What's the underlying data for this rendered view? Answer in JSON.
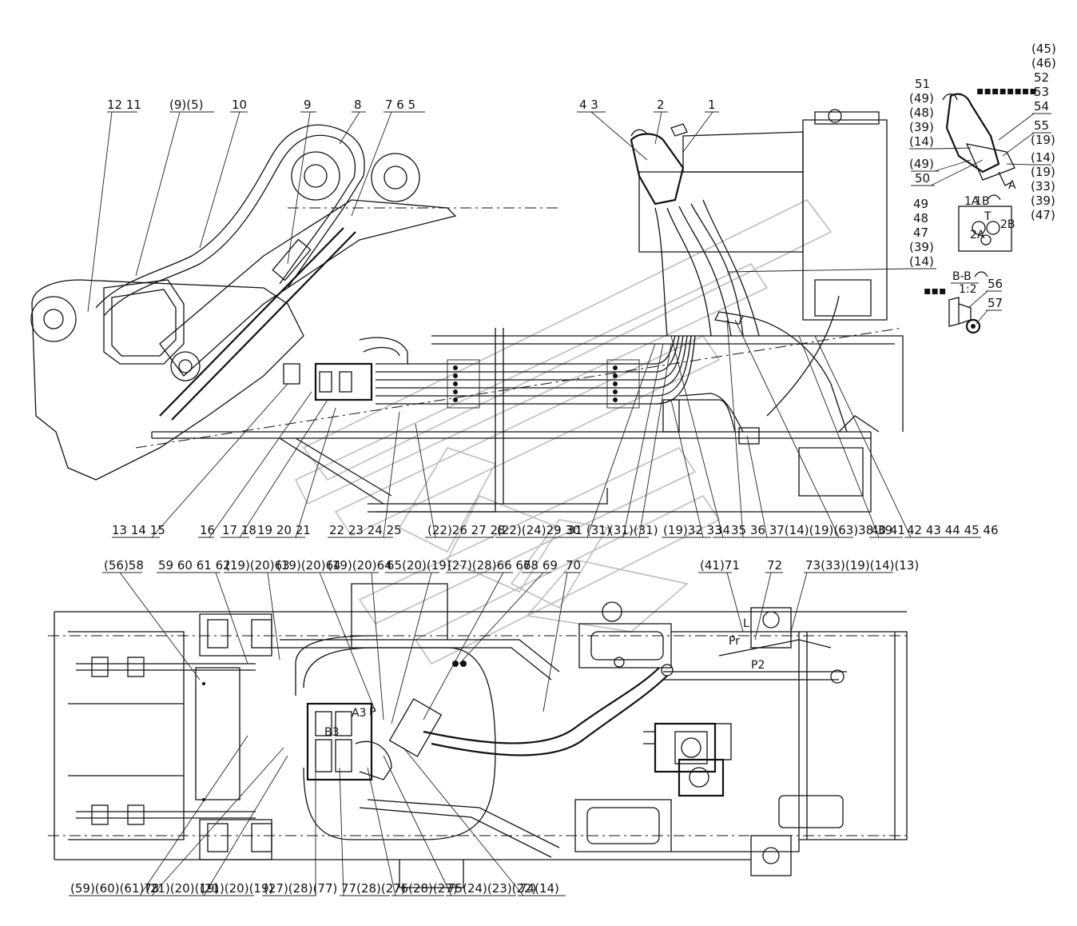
{
  "top_view": {
    "top_labels": [
      "12 11",
      "(9)(5)",
      "10",
      "9",
      "8",
      "7 6 5",
      "4 3",
      "2",
      "1"
    ],
    "bottom_labels": [
      "13 14 15",
      "16",
      "17 18",
      "19 20 21",
      "22 23 24 25",
      "(22)26 27 28",
      "(22)(24)29 30",
      "31 (31)",
      "(31)(31)",
      "(19)32 33",
      "34",
      "35 36 37(14)(19)(63)38 39",
      "40 41",
      "42 43 44 45 46"
    ]
  },
  "detail_a": {
    "left_labels": [
      "51",
      "(49)",
      "(48)",
      "(39)",
      "(14)",
      "(49)",
      "50"
    ],
    "right_labels": [
      "(45)",
      "(46)",
      "52",
      "53",
      "54",
      "55",
      "(19)",
      "(14)",
      "(19)",
      "(33)",
      "(39)",
      "(47)"
    ],
    "view_letter": "A",
    "port_labels": [
      "T",
      "1A",
      "1B",
      "2A",
      "2B"
    ]
  },
  "side_labels": [
    "49",
    "48",
    "47",
    "(39)",
    "(14)"
  ],
  "section_b": {
    "title": "B-B",
    "scale": "1:2",
    "labels": [
      "56",
      "57"
    ]
  },
  "bottom_view": {
    "top_labels": [
      "(56)58",
      "59 60 61 62",
      "(19)(20)63",
      "(19)(20)64",
      "(19)(20)64",
      "65(20)(19)",
      "(27)(28)66 67",
      "68 69",
      "70",
      "(41)71",
      "72",
      "73(33)(19)(14)(13)"
    ],
    "bottom_labels": [
      "(59)(60)(61)78",
      "(21)(20)(19)",
      "(21)(20)(19)",
      "(27)(28)(77)",
      "77(28)(27)",
      "76(28)(27)",
      "75(24)(23)(22)",
      "74(14)"
    ],
    "port_labels": [
      "L",
      "Pr",
      "P2",
      "A3",
      "B3",
      "P"
    ]
  }
}
